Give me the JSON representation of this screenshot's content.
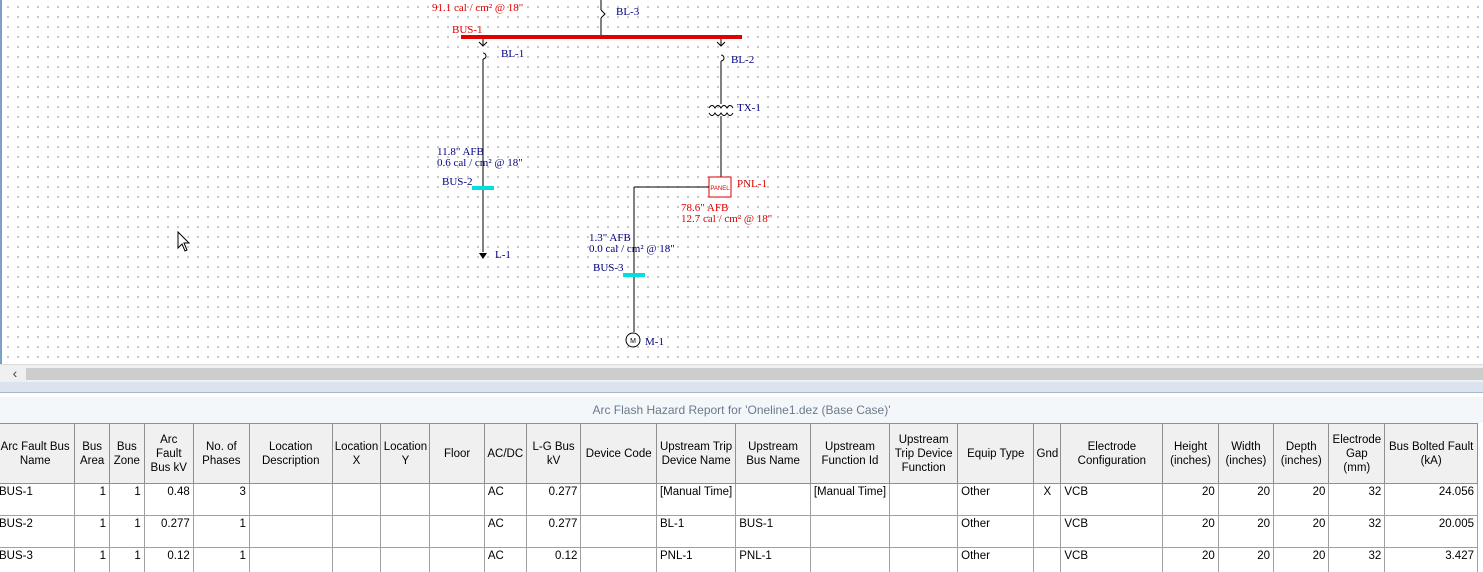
{
  "diagram": {
    "top_label": "91.1 cal / cm² @ 18\"",
    "bus1": "BUS-1",
    "bl3": "BL-3",
    "bl1": "BL-1",
    "bl2": "BL-2",
    "tx1": "TX-1",
    "bus2_afb": "11.8\" AFB",
    "bus2_cal": "0.6 cal / cm² @ 18\"",
    "bus2": "BUS-2",
    "l1": "L-1",
    "pnl1": "PNL-1",
    "panel_text": "PANEL",
    "pnl1_afb": "78.6\" AFB",
    "pnl1_cal": "12.7 cal / cm² @ 18\"",
    "bus3_afb": "1.3\" AFB",
    "bus3_cal": "0.0 cal / cm² @ 18\"",
    "bus3": "BUS-3",
    "m1": "M-1",
    "motor_text": "M",
    "colors": {
      "energized": "#e00000",
      "bus_label": "#000080",
      "lv_bus": "#00e0e0"
    }
  },
  "scrollbar": {
    "left_arrow": "‹"
  },
  "report": {
    "title": "Arc Flash Hazard Report for 'Oneline1.dez  (Base Case)'",
    "columns": [
      "Arc Fault Bus Name",
      "Bus Area",
      "Bus Zone",
      "Arc Fault Bus kV",
      "No. of Phases",
      "Location Description",
      "Location X",
      "Location Y",
      "Floor",
      "AC/DC",
      "L-G Bus kV",
      "Device Code",
      "Upstream Trip Device Name",
      "Upstream Bus Name",
      "Upstream Function Id",
      "Upstream Trip Device Function",
      "Equip Type",
      "Gnd",
      "Electrode Configuration",
      "Height (inches)",
      "Width (inches)",
      "Depth (inches)",
      "Electrode Gap (mm)",
      "Bus Bolted Fault (kA)"
    ],
    "rows": [
      [
        "BUS-1",
        "1",
        "1",
        "0.48",
        "3",
        "",
        "",
        "",
        "",
        "AC",
        "0.277",
        "",
        "[Manual Time]",
        "",
        "[Manual Time]",
        "",
        "Other",
        "X",
        "VCB",
        "20",
        "20",
        "20",
        "32",
        "24.056"
      ],
      [
        "BUS-2",
        "1",
        "1",
        "0.277",
        "1",
        "",
        "",
        "",
        "",
        "AC",
        "0.277",
        "",
        "BL-1",
        "BUS-1",
        "",
        "",
        "Other",
        "",
        "VCB",
        "20",
        "20",
        "20",
        "32",
        "20.005"
      ],
      [
        "BUS-3",
        "1",
        "1",
        "0.12",
        "1",
        "",
        "",
        "",
        "",
        "AC",
        "0.12",
        "",
        "PNL-1",
        "PNL-1",
        "",
        "",
        "Other",
        "",
        "VCB",
        "20",
        "20",
        "20",
        "32",
        "3.427"
      ]
    ]
  }
}
